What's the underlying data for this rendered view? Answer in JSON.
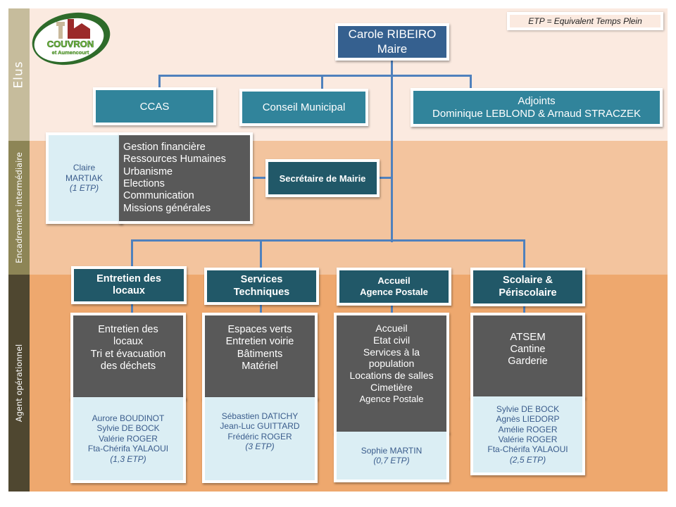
{
  "legend": "ETP = Equivalent Temps Plein",
  "logo": {
    "name": "COUVRON",
    "subtitle": "et Aumencourt"
  },
  "bands": [
    {
      "label": "Elus"
    },
    {
      "label": "Encadrement intermédiaire"
    },
    {
      "label": "Agent opérationnel"
    }
  ],
  "colors": {
    "navy": "#35608f",
    "teal": "#31849b",
    "dark_teal": "#215868",
    "dark_gray": "#595959",
    "light_blue": "#dbeef4",
    "connector": "#4f81bd"
  },
  "maire": {
    "name": "Carole RIBEIRO",
    "title": "Maire"
  },
  "elus": {
    "ccas": "CCAS",
    "conseil": "Conseil Municipal",
    "adjoints_title": "Adjoints",
    "adjoints_names": "Dominique LEBLOND & Arnaud STRACZEK"
  },
  "secretaire": {
    "title": "Secrétaire de Mairie",
    "person": [
      "Claire",
      "MARTIAK",
      "(1 ETP)"
    ],
    "missions": [
      "Gestion financière",
      "Ressources Humaines",
      "Urbanisme",
      "Elections",
      "Communication",
      "Missions générales"
    ]
  },
  "services": [
    {
      "title": [
        "Entretien des",
        "locaux"
      ],
      "tasks": [
        "Entretien des",
        "locaux",
        "Tri  et évacuation",
        "des déchets"
      ],
      "staff": [
        "Aurore BOUDINOT",
        "Sylvie DE BOCK",
        "Valérie ROGER",
        "Fta-Chérifa  YALAOUI"
      ],
      "etp": "(1,3 ETP)"
    },
    {
      "title": [
        "Services",
        "Techniques"
      ],
      "tasks": [
        "Espaces verts",
        "Entretien voirie",
        "Bâtiments",
        "Matériel"
      ],
      "staff": [
        "Sébastien DATICHY",
        "Jean-Luc  GUITTARD",
        "Frédéric ROGER"
      ],
      "etp": "(3 ETP)"
    },
    {
      "title": [
        "Accueil",
        "Agence Postale"
      ],
      "tasks": [
        "Accueil",
        "Etat civil",
        "Services à la",
        "population",
        "Locations de salles",
        "Cimetière",
        "Agence Postale"
      ],
      "staff": [
        "Sophie MARTIN"
      ],
      "etp": "(0,7 ETP)"
    },
    {
      "title": [
        "Scolaire &",
        "Périscolaire"
      ],
      "tasks": [
        "ATSEM",
        "Cantine",
        "Garderie"
      ],
      "staff": [
        "Sylvie DE BOCK",
        "Agnès LIEDORP",
        "Amélie ROGER",
        "Valérie ROGER",
        "Fta-Chérifa  YALAOUI"
      ],
      "etp": "(2,5 ETP)"
    }
  ]
}
